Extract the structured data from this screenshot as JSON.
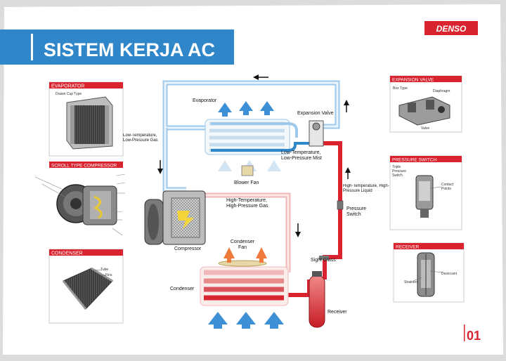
{
  "header": {
    "title": "SISTEM KERJA AC",
    "brand": "DENSO",
    "page_number": "01"
  },
  "colors": {
    "title_bar": "#2f86c9",
    "panel_header": "#d9232e",
    "hot_pipe": "#d9232e",
    "cold_pipe": "#2f86c9",
    "air_arrow_cold": "#3d8fd6",
    "air_arrow_hot": "#f07a3b"
  },
  "panels": {
    "evaporator": {
      "title": "EVAPORATOR",
      "caption": "Drawn Cup Type"
    },
    "scroll_compressor": {
      "title": "SCROLL TYPE COMPRESSOR"
    },
    "condenser": {
      "title": "CONDENSER",
      "tube": "Tube",
      "fins": "Fins"
    },
    "expansion_valve": {
      "title": "EXPANSION VALVE",
      "caption": "Box Type",
      "diaphragm": "Diaphragm",
      "valve": "Valve"
    },
    "pressure_switch": {
      "title": "PRESSURE SWITCH",
      "caption": "Triple Pressure Switch",
      "contact": "Contact Points"
    },
    "receiver": {
      "title": "RECEIVER",
      "desiccant": "Desiccant",
      "strainers": "Strainers"
    }
  },
  "diagram": {
    "evaporator": "Evaporator",
    "expansion_valve": "Expansion Valve",
    "low_temp_gas": "Low-Temperature, Low-Pressure Gas",
    "low_temp_mist": "Low-Temperature, Low-Pressure Mist",
    "blower_fan": "Blower Fan",
    "high_temp_gas": "High-Temperature, High-Pressure Gas",
    "high_temp_liquid": "High-Temperature, High-Pressure Liquid",
    "pressure_switch": "Pressure Switch",
    "compressor": "Compressor",
    "condenser_fan": "Condenser Fan",
    "condenser": "Condenser",
    "sight_glass": "Sight Glass",
    "receiver": "Receiver"
  }
}
